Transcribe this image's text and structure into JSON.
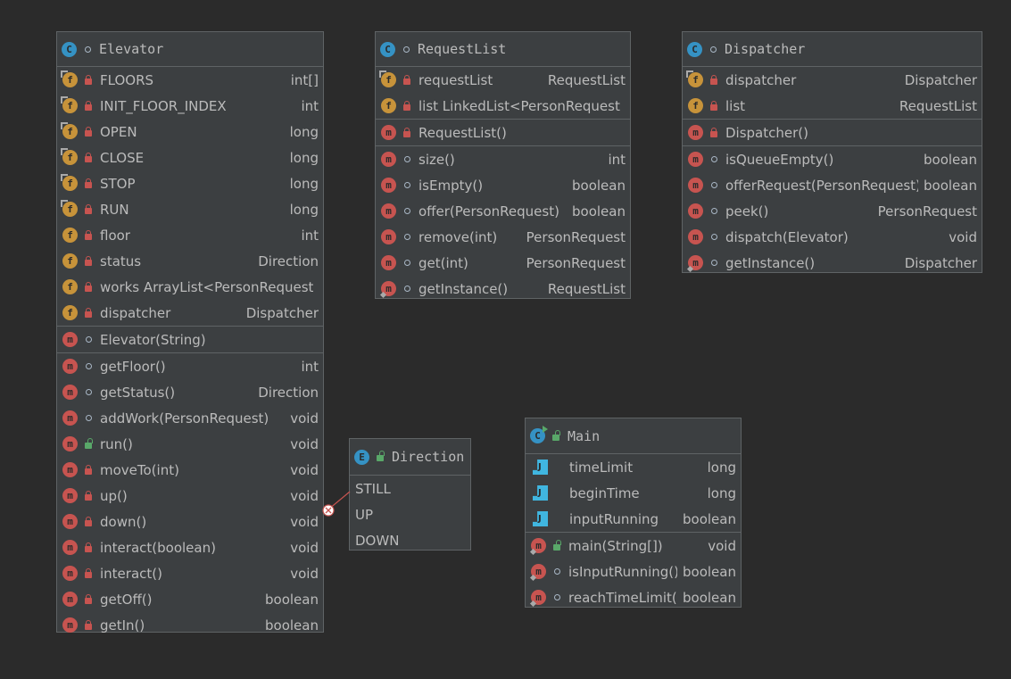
{
  "elevator": {
    "title": "Elevator",
    "fields": [
      {
        "name": "FLOORS",
        "type": "int[]"
      },
      {
        "name": "INIT_FLOOR_INDEX",
        "type": "int"
      },
      {
        "name": "OPEN",
        "type": "long"
      },
      {
        "name": "CLOSE",
        "type": "long"
      },
      {
        "name": "STOP",
        "type": "long"
      },
      {
        "name": "RUN",
        "type": "long"
      },
      {
        "name": "floor",
        "type": "int"
      },
      {
        "name": "status",
        "type": "Direction"
      },
      {
        "name": "works ArrayList<PersonRequest>",
        "type": ""
      },
      {
        "name": "dispatcher",
        "type": "Dispatcher"
      }
    ],
    "constructor": {
      "name": "Elevator(String)"
    },
    "methods": [
      {
        "name": "getFloor()",
        "type": "int"
      },
      {
        "name": "getStatus()",
        "type": "Direction"
      },
      {
        "name": "addWork(PersonRequest)",
        "type": "void"
      },
      {
        "name": "run()",
        "type": "void"
      },
      {
        "name": "moveTo(int)",
        "type": "void"
      },
      {
        "name": "up()",
        "type": "void"
      },
      {
        "name": "down()",
        "type": "void"
      },
      {
        "name": "interact(boolean)",
        "type": "void"
      },
      {
        "name": "interact()",
        "type": "void"
      },
      {
        "name": "getOff()",
        "type": "boolean"
      },
      {
        "name": "getIn()",
        "type": "boolean"
      }
    ]
  },
  "requestlist": {
    "title": "RequestList",
    "fields": [
      {
        "name": "requestList",
        "type": "RequestList"
      },
      {
        "name": "list LinkedList<PersonRequest>",
        "type": ""
      }
    ],
    "constructor": {
      "name": "RequestList()"
    },
    "methods": [
      {
        "name": "size()",
        "type": "int"
      },
      {
        "name": "isEmpty()",
        "type": "boolean"
      },
      {
        "name": "offer(PersonRequest)",
        "type": "boolean"
      },
      {
        "name": "remove(int)",
        "type": "PersonRequest"
      },
      {
        "name": "get(int)",
        "type": "PersonRequest"
      },
      {
        "name": "getInstance()",
        "type": "RequestList"
      }
    ]
  },
  "dispatcher": {
    "title": "Dispatcher",
    "fields": [
      {
        "name": "dispatcher",
        "type": "Dispatcher"
      },
      {
        "name": "list",
        "type": "RequestList"
      }
    ],
    "constructor": {
      "name": "Dispatcher()"
    },
    "methods": [
      {
        "name": "isQueueEmpty()",
        "type": "boolean"
      },
      {
        "name": "offerRequest(PersonRequest)",
        "type": "boolean"
      },
      {
        "name": "peek()",
        "type": "PersonRequest"
      },
      {
        "name": "dispatch(Elevator)",
        "type": "void"
      },
      {
        "name": "getInstance()",
        "type": "Dispatcher"
      }
    ]
  },
  "direction": {
    "title": "Direction",
    "values": [
      "STILL",
      "UP",
      "DOWN"
    ]
  },
  "main": {
    "title": "Main",
    "fields": [
      {
        "name": "timeLimit",
        "type": "long"
      },
      {
        "name": "beginTime",
        "type": "long"
      },
      {
        "name": "inputRunning",
        "type": "boolean"
      }
    ],
    "methods": [
      {
        "name": "main(String[])",
        "type": "void"
      },
      {
        "name": "isInputRunning()",
        "type": "boolean"
      },
      {
        "name": "reachTimeLimit()",
        "type": "boolean"
      }
    ]
  },
  "icons": {
    "class": "C",
    "enum": "E",
    "field": "f",
    "method": "m"
  },
  "colors": {
    "background": "#2b2b2b",
    "panel": "#3c3f41",
    "class_icon": "#3592c4",
    "field_icon": "#c7933a",
    "method_icon": "#c75450",
    "private": "#c75450",
    "public": "#59a869",
    "connector": "#c75450"
  }
}
